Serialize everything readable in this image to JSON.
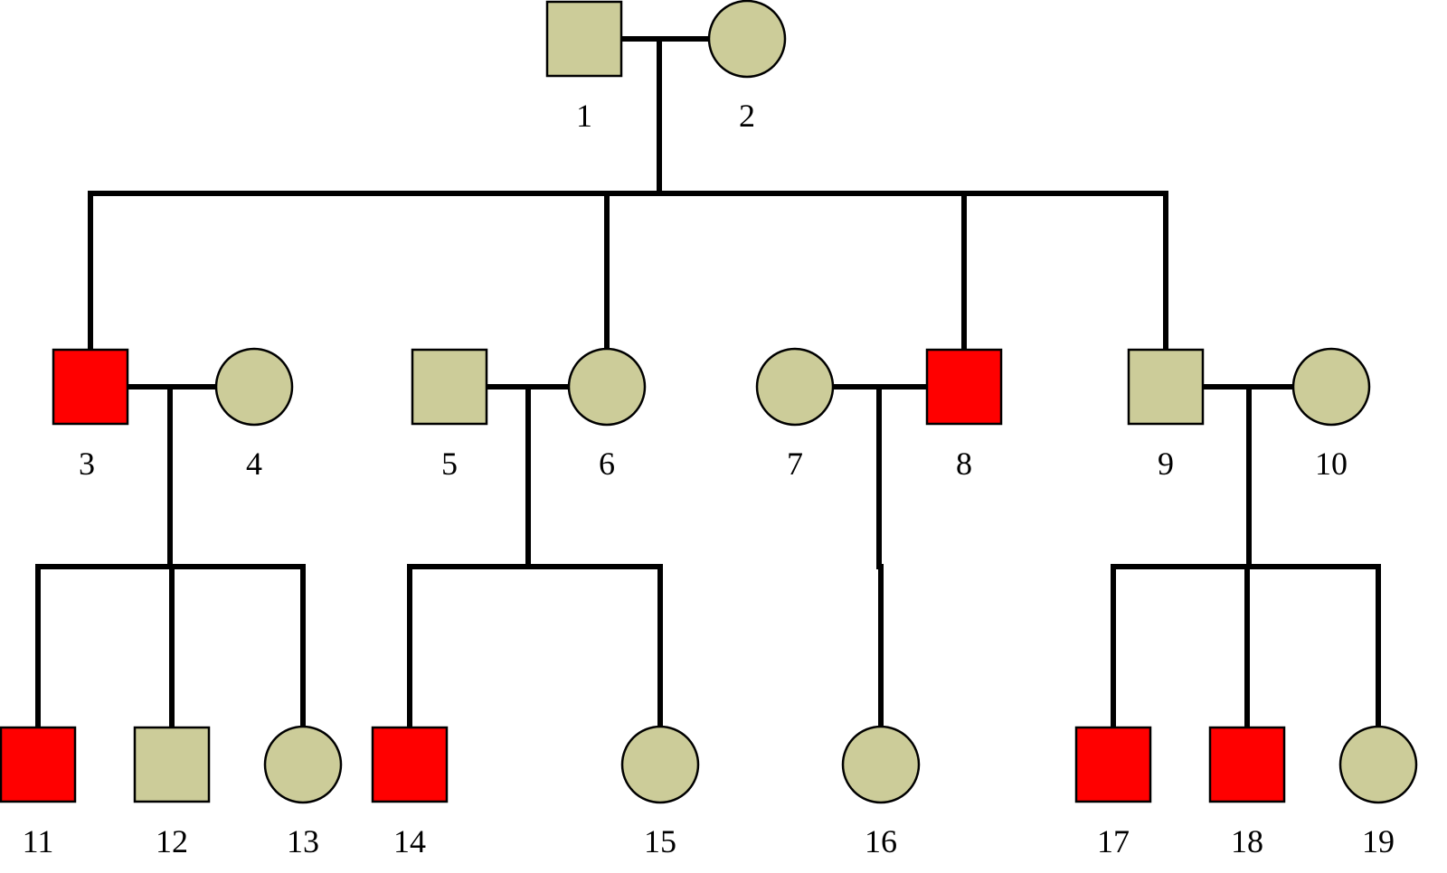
{
  "colors": {
    "affected": "#FF0000",
    "unaffected": "#CCCC99",
    "line": "#000000"
  },
  "individuals": [
    {
      "id": "1",
      "sex": "male",
      "status": "unaffected"
    },
    {
      "id": "2",
      "sex": "female",
      "status": "unaffected"
    },
    {
      "id": "3",
      "sex": "male",
      "status": "affected"
    },
    {
      "id": "4",
      "sex": "female",
      "status": "unaffected"
    },
    {
      "id": "5",
      "sex": "male",
      "status": "unaffected"
    },
    {
      "id": "6",
      "sex": "female",
      "status": "unaffected"
    },
    {
      "id": "7",
      "sex": "female",
      "status": "unaffected"
    },
    {
      "id": "8",
      "sex": "male",
      "status": "affected"
    },
    {
      "id": "9",
      "sex": "male",
      "status": "unaffected"
    },
    {
      "id": "10",
      "sex": "female",
      "status": "unaffected"
    },
    {
      "id": "11",
      "sex": "male",
      "status": "affected"
    },
    {
      "id": "12",
      "sex": "male",
      "status": "unaffected"
    },
    {
      "id": "13",
      "sex": "female",
      "status": "unaffected"
    },
    {
      "id": "14",
      "sex": "male",
      "status": "affected"
    },
    {
      "id": "15",
      "sex": "female",
      "status": "unaffected"
    },
    {
      "id": "16",
      "sex": "female",
      "status": "unaffected"
    },
    {
      "id": "17",
      "sex": "male",
      "status": "affected"
    },
    {
      "id": "18",
      "sex": "male",
      "status": "affected"
    },
    {
      "id": "19",
      "sex": "female",
      "status": "unaffected"
    }
  ],
  "couples": [
    {
      "partners": [
        "1",
        "2"
      ],
      "children": [
        "3",
        "6",
        "8",
        "9"
      ]
    },
    {
      "partners": [
        "3",
        "4"
      ],
      "children": [
        "11",
        "12",
        "13"
      ]
    },
    {
      "partners": [
        "5",
        "6"
      ],
      "children": [
        "14",
        "15"
      ]
    },
    {
      "partners": [
        "7",
        "8"
      ],
      "children": [
        "16"
      ]
    },
    {
      "partners": [
        "9",
        "10"
      ],
      "children": [
        "17",
        "18",
        "19"
      ]
    }
  ]
}
